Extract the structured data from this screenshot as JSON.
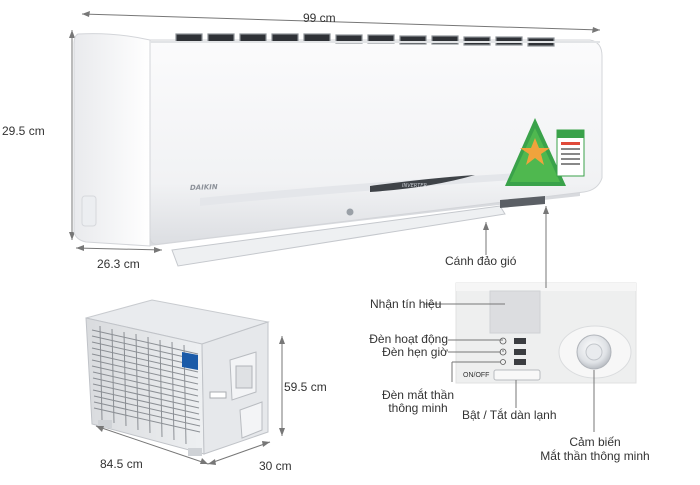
{
  "dimensions": {
    "indoor_width": "99 cm",
    "indoor_height": "29.5 cm",
    "indoor_depth": "26.3 cm",
    "outdoor_height": "59.5 cm",
    "outdoor_width": "84.5 cm",
    "outdoor_depth": "30 cm"
  },
  "labels": {
    "louver": "Cánh đảo gió",
    "signal_receiver": "Nhận tín hiệu",
    "operation_light": "Đèn hoạt động",
    "timer_light": "Đèn hẹn giờ",
    "smart_eye_light_line1": "Đèn mắt thần",
    "smart_eye_light_line2": "thông minh",
    "on_off_button": "Bật / Tắt dàn lạnh",
    "sensor_line1": "Cảm biến",
    "sensor_line2": "Mắt thần thông minh",
    "on_off_text": "ON/OFF"
  },
  "brand": {
    "logo": "DAIKIN",
    "badge": "INVERTER"
  },
  "colors": {
    "unit_white": "#f7f8fa",
    "shadow_gray": "#c9ccd2",
    "line_gray": "#7a7a7a",
    "daikin_blue": "#1a5aa8",
    "energy_green": "#3aa24a",
    "panel_gray": "#eceded"
  }
}
